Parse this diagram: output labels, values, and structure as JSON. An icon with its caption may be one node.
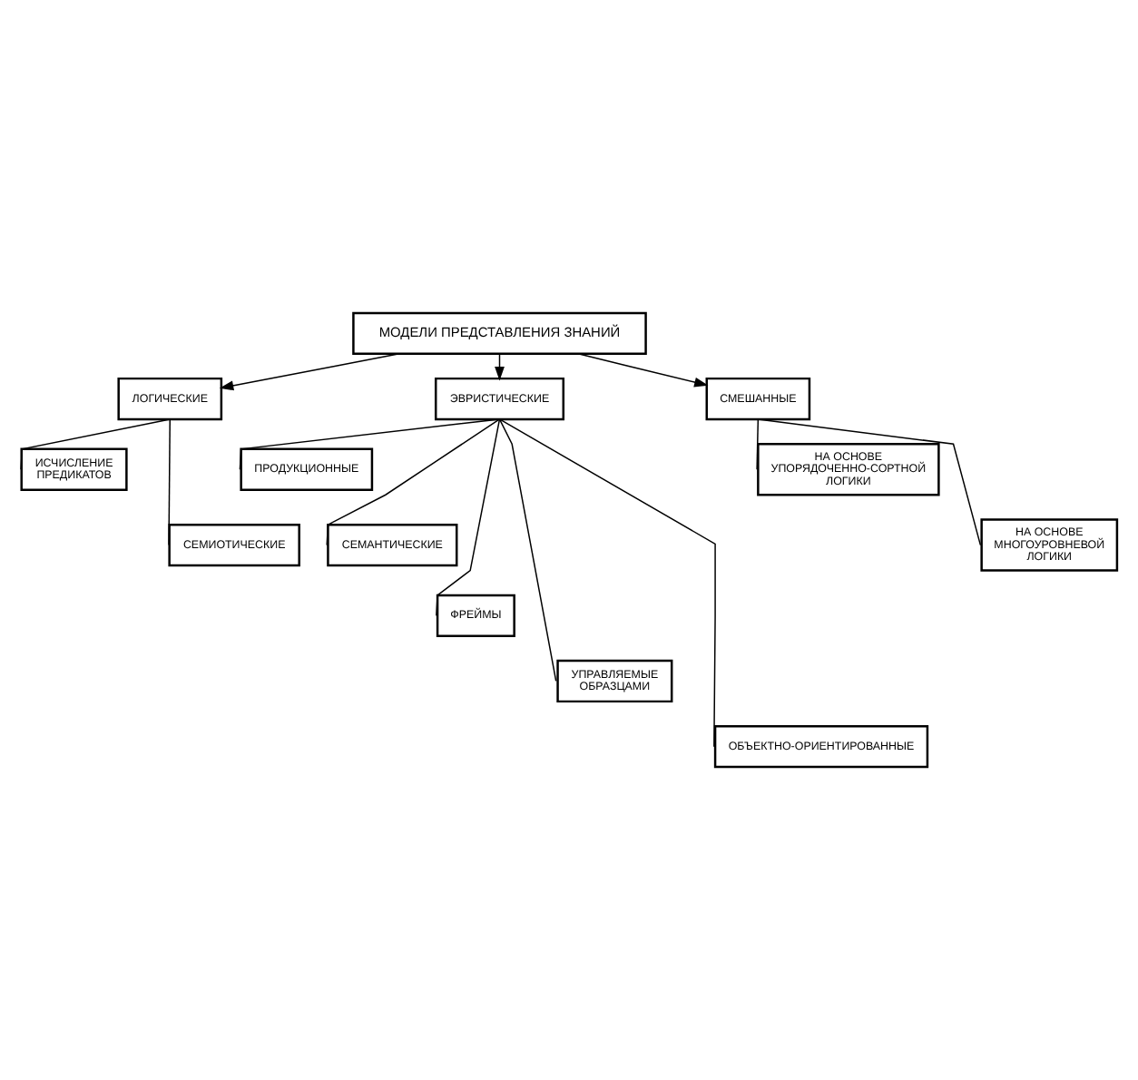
{
  "diagram": {
    "nodes": [
      {
        "text": [
          "МОДЕЛИ ПРЕДСТАВЛЕНИЯ ЗНАНИЙ"
        ]
      },
      {
        "text": [
          "ЛОГИЧЕСКИЕ"
        ]
      },
      {
        "text": [
          "ЭВРИСТИЧЕСКИЕ"
        ]
      },
      {
        "text": [
          "СМЕШАННЫЕ"
        ]
      },
      {
        "text": [
          "ИСЧИСЛЕНИЕ ПРЕДИКАТОВ"
        ]
      },
      {
        "text": [
          "СЕМИОТИЧЕСКИЕ"
        ]
      },
      {
        "text": [
          "ПРОДУКЦИОННЫЕ"
        ]
      },
      {
        "text": [
          "СЕМАНТИЧЕСКИЕ"
        ]
      },
      {
        "text": [
          "ФРЕЙМЫ"
        ]
      },
      {
        "text": [
          "УПРАВЛЯЕМЫЕ ОБРАЗЦАМИ"
        ]
      },
      {
        "text": [
          "ОБЪЕКТНО-ОРИЕНТИРОВАННЫЕ"
        ]
      },
      {
        "text": [
          "НА ОСНОВЕ УПОРЯДОЧЕННО-СОРТНОЙ ЛОГИКИ"
        ]
      },
      {
        "text": [
          "НА ОСНОВЕ МНОГОУРОВНЕВОЙ ЛОГИКИ"
        ]
      }
    ],
    "edges": [
      {
        "from": 0,
        "to": 1,
        "arrow": "to"
      },
      {
        "from": 0,
        "to": 2,
        "arrow": "to"
      },
      {
        "from": 0,
        "to": 3,
        "arrow": "to"
      },
      {
        "from": 1,
        "to": 4,
        "arrow": "none"
      },
      {
        "from": 1,
        "to": 5,
        "arrow": "none"
      },
      {
        "from": 2,
        "to": 6,
        "arrow": "none"
      },
      {
        "from": 2,
        "to": 7,
        "arrow": "none"
      },
      {
        "from": 2,
        "to": 8,
        "arrow": "none"
      },
      {
        "from": 2,
        "to": 9,
        "arrow": "none"
      },
      {
        "from": 2,
        "to": 10,
        "arrow": "none"
      },
      {
        "from": 3,
        "to": 11,
        "arrow": "none"
      },
      {
        "from": 3,
        "to": 12,
        "arrow": "none"
      }
    ]
  }
}
